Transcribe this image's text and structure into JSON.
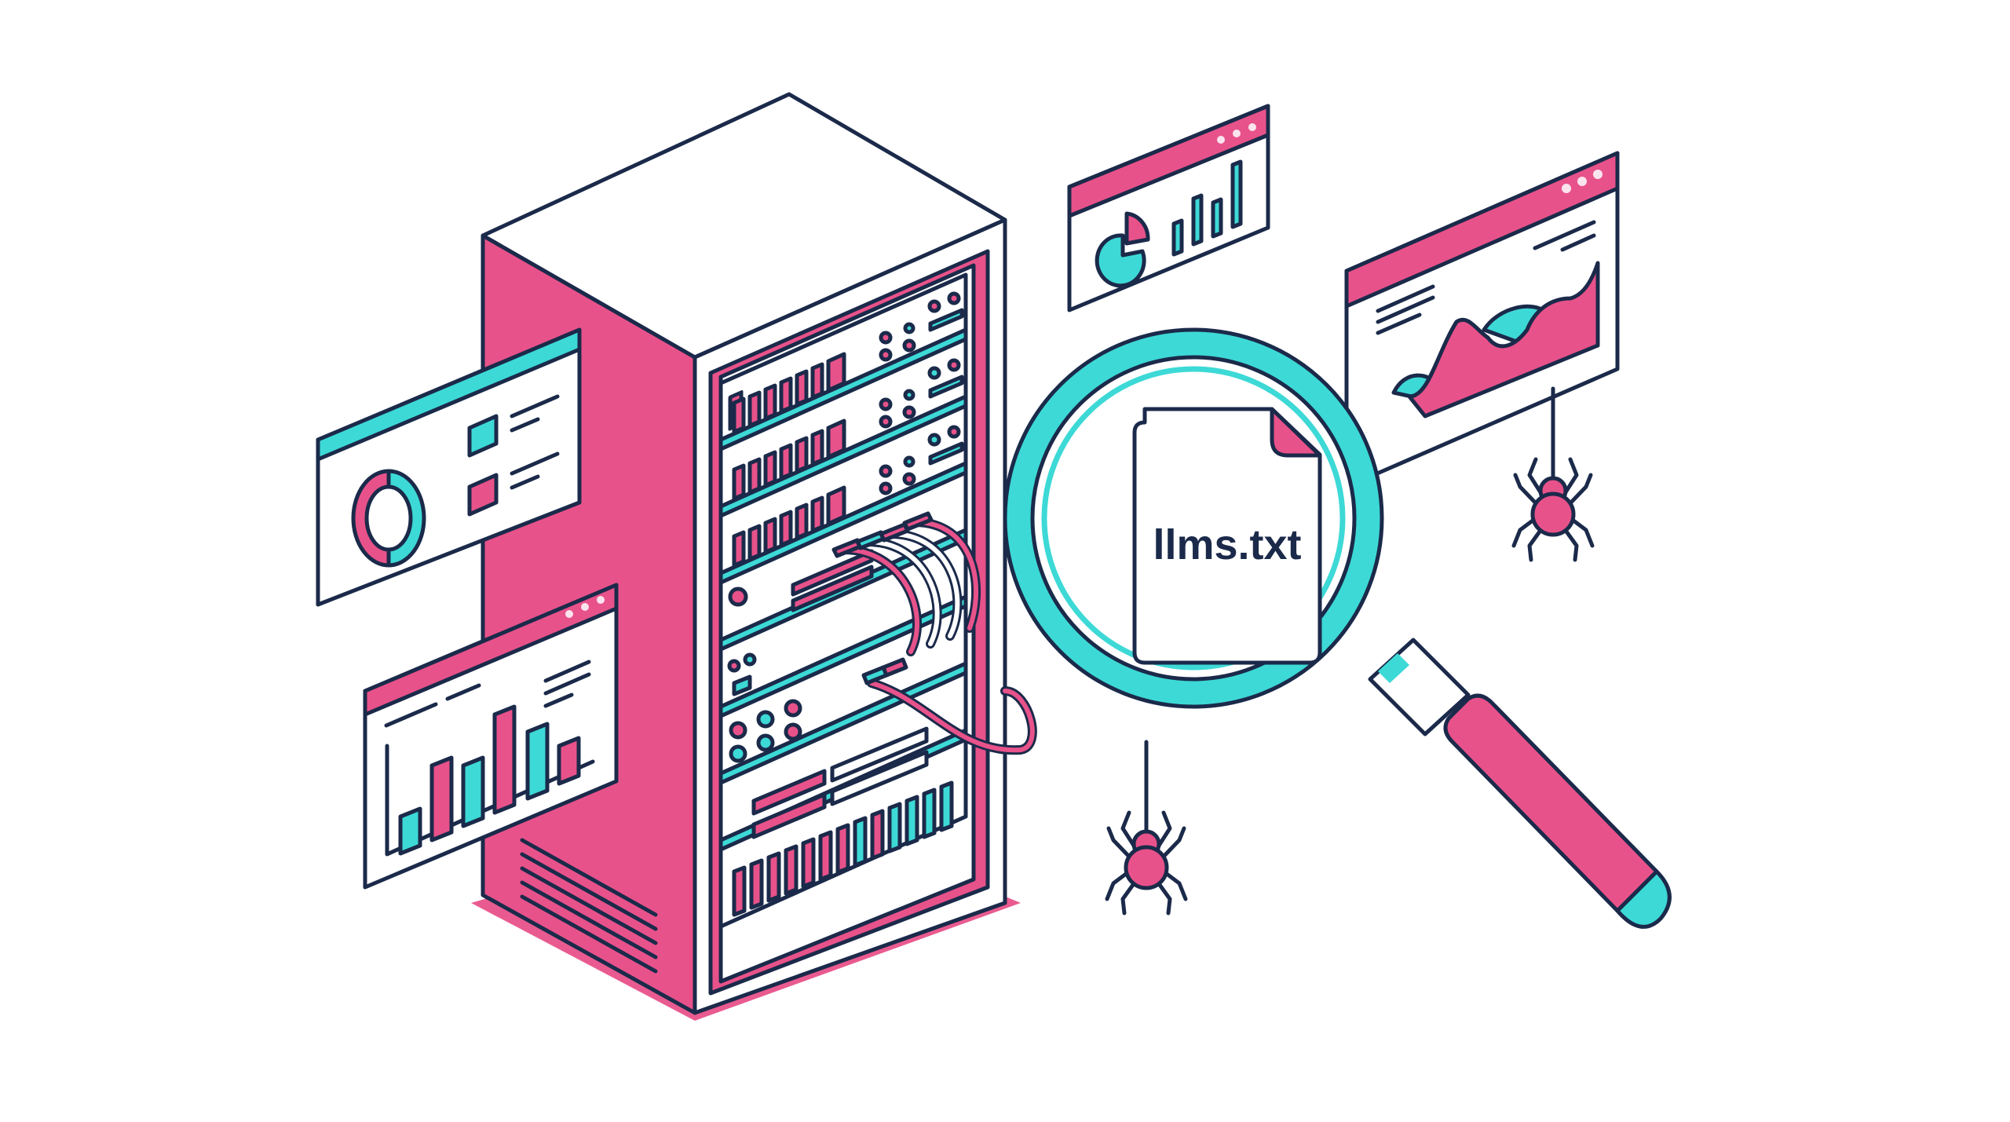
{
  "illustration": {
    "subject": "Server rack with dashboard windows, magnifying glass inspecting an llms.txt file, and hanging spider crawlers",
    "background": "#ffffff"
  },
  "colors": {
    "pink": "#e8528a",
    "teal": "#3dd9d6",
    "navy": "#1b2a4a",
    "white": "#ffffff",
    "dot": "#fbe4ee"
  },
  "magnifier": {
    "document": {
      "filename": "llms.txt",
      "icon": "file-document-icon"
    }
  },
  "windows": [
    {
      "id": "window-top-center",
      "header_color": "pink",
      "controls": 3,
      "content": [
        "pie-chart-icon",
        "bar-chart-icon"
      ]
    },
    {
      "id": "window-top-right",
      "header_color": "pink",
      "controls": 3,
      "content": [
        "text-lines",
        "area-chart-icon"
      ]
    },
    {
      "id": "window-left-upper",
      "header_color": "teal",
      "controls": 0,
      "content": [
        "donut-chart-icon",
        "legend-items"
      ]
    },
    {
      "id": "window-left-lower",
      "header_color": "pink",
      "controls": 3,
      "content": [
        "text-lines",
        "bar-chart-icon"
      ]
    }
  ],
  "spiders": [
    {
      "id": "spider-right",
      "icon": "spider-icon"
    },
    {
      "id": "spider-center",
      "icon": "spider-icon"
    }
  ],
  "server_rack": {
    "icon": "server-rack-icon",
    "units": 8,
    "cables": "patch-cables"
  }
}
